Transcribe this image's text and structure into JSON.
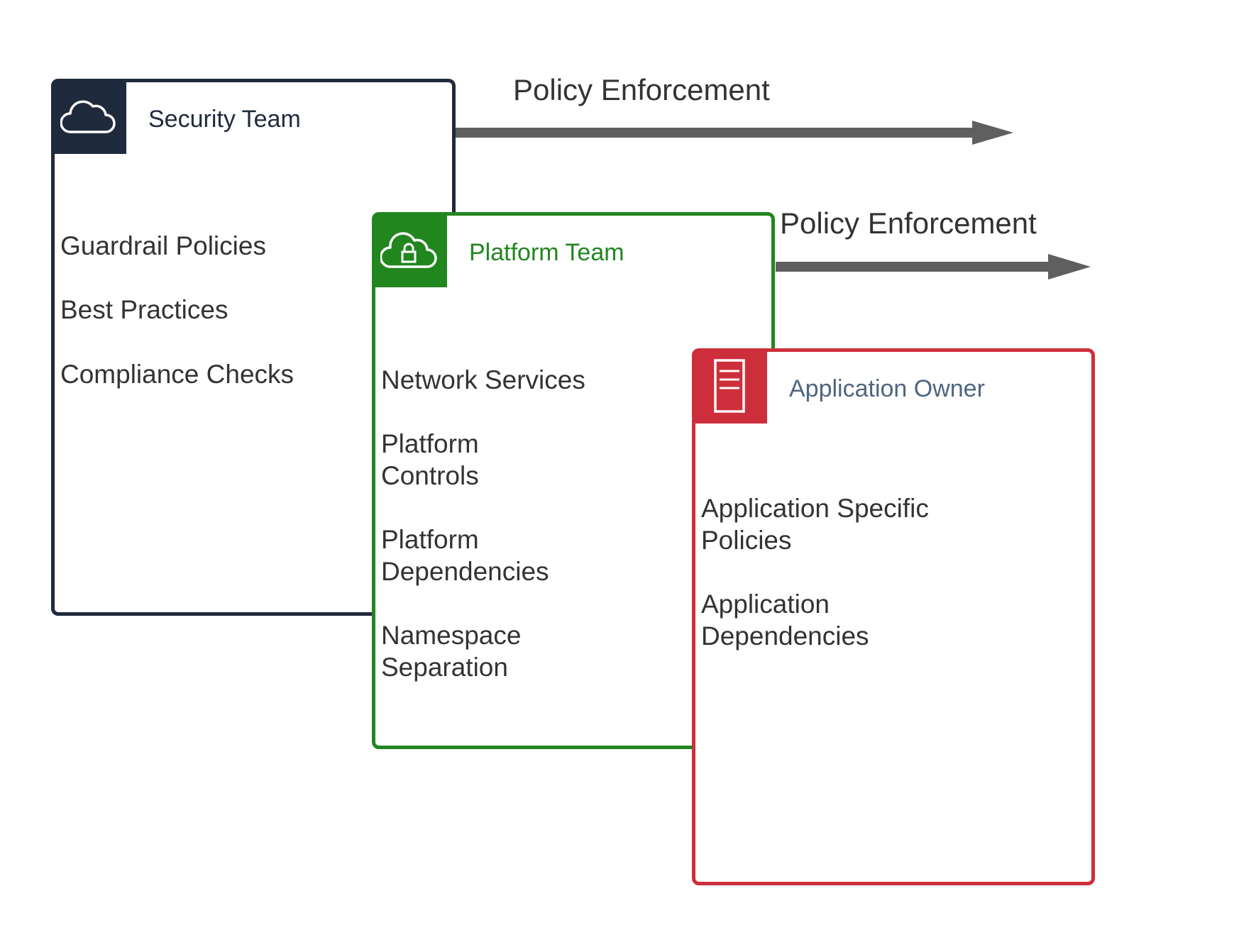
{
  "colors": {
    "security": "#1f2a3c",
    "platform": "#22861f",
    "application": "#cc2f3b",
    "application_title": "#4f6580",
    "arrow": "#5f5f5f",
    "text": "#333333"
  },
  "arrows": [
    {
      "label": "Policy Enforcement"
    },
    {
      "label": "Policy Enforcement"
    }
  ],
  "groups": {
    "security": {
      "title": "Security Team",
      "icon": "cloud-icon",
      "items": [
        "Guardrail Policies",
        "Best Practices",
        "Compliance Checks"
      ]
    },
    "platform": {
      "title": "Platform Team",
      "icon": "cloud-lock-icon",
      "items": [
        "Network Services",
        "Platform\nControls",
        "Platform\nDependencies",
        "Namespace\nSeparation"
      ]
    },
    "application": {
      "title": "Application Owner",
      "icon": "server-icon",
      "items": [
        "Application Specific\nPolicies",
        "Application\nDependencies"
      ]
    }
  }
}
